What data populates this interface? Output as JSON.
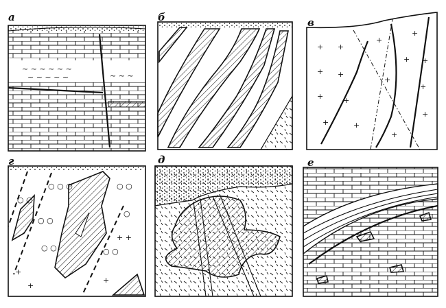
{
  "figure": {
    "panels": [
      {
        "id": "a",
        "label": "а"
      },
      {
        "id": "b",
        "label": "б"
      },
      {
        "id": "v",
        "label": "в"
      },
      {
        "id": "g",
        "label": "г"
      },
      {
        "id": "d",
        "label": "д"
      },
      {
        "id": "e",
        "label": "е"
      }
    ]
  },
  "colors": {
    "ink": "#111111",
    "paper": "#ffffff"
  }
}
